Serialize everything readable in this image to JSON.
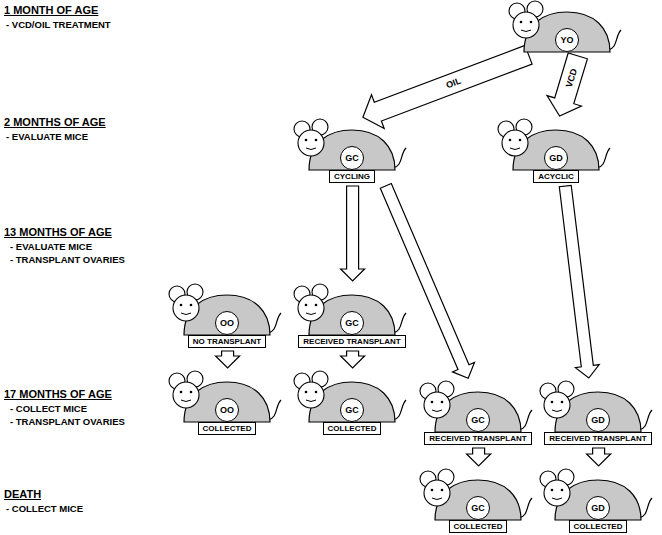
{
  "diagram": {
    "nodes": [
      {
        "text": [
          "YO"
        ]
      },
      {
        "text": [
          "GC",
          "CYCLING"
        ]
      },
      {
        "text": [
          "GD",
          "ACYCLIC"
        ]
      },
      {
        "text": [
          "OO",
          "NO TRANSPLANT"
        ]
      },
      {
        "text": [
          "GC",
          "RECEIVED TRANSPLANT"
        ]
      },
      {
        "text": [
          "OO",
          "COLLECTED"
        ]
      },
      {
        "text": [
          "GC",
          "COLLECTED"
        ]
      },
      {
        "text": [
          "GC",
          "RECEIVED TRANSPLANT"
        ]
      },
      {
        "text": [
          "GD",
          "RECEIVED TRANSPLANT"
        ]
      },
      {
        "text": [
          "GC",
          "COLLECTED"
        ]
      },
      {
        "text": [
          "GD",
          "COLLECTED"
        ]
      }
    ],
    "edges": [
      {
        "from": 0,
        "to": 1,
        "label": "OIL",
        "arrow": "to"
      },
      {
        "from": 0,
        "to": 2,
        "label": "VCD",
        "arrow": "to"
      },
      {
        "from": 1,
        "to": 4,
        "arrow": "to"
      },
      {
        "from": 1,
        "to": 7,
        "arrow": "to"
      },
      {
        "from": 2,
        "to": 8,
        "arrow": "to"
      },
      {
        "from": 3,
        "to": 5,
        "arrow": "to"
      },
      {
        "from": 4,
        "to": 6,
        "arrow": "to"
      },
      {
        "from": 7,
        "to": 9,
        "arrow": "to"
      },
      {
        "from": 8,
        "to": 10,
        "arrow": "to"
      }
    ],
    "labels": [
      "1 MONTH OF AGE",
      "- VCD/OIL TREATMENT",
      "2 MONTHS OF AGE",
      "- EVALUATE MICE",
      "13 MONTHS OF AGE",
      "- EVALUATE MICE",
      "- TRANSPLANT OVARIES",
      "17 MONTHS OF AGE",
      "- COLLECT MICE",
      "- TRANSPLANT OVARIES",
      "DEATH",
      "- COLLECT MICE"
    ]
  }
}
